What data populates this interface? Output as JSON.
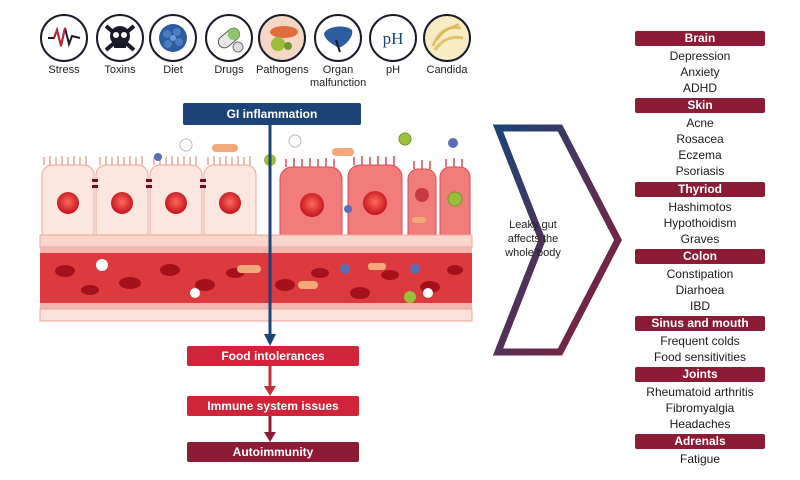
{
  "causes": [
    {
      "label": "Stress",
      "icon": "stress-wave-icon"
    },
    {
      "label": "Toxins",
      "icon": "skull-crossbones-icon"
    },
    {
      "label": "Diet",
      "icon": "broccoli-icon"
    },
    {
      "label": "Drugs",
      "icon": "pill-capsule-icon"
    },
    {
      "label": "Pathogens",
      "icon": "bacteria-icon"
    },
    {
      "label": "Organ malfunction",
      "icon": "liver-icon"
    },
    {
      "label": "pH",
      "icon": "ph-text-icon"
    },
    {
      "label": "Candida",
      "icon": "candida-icon"
    }
  ],
  "gi_inflammation": "GI inflammation",
  "chain": [
    "Food intolerances",
    "Immune system issues",
    "Autoimmunity"
  ],
  "leaky_gut": "Leaky gut affects the whole body",
  "effects": [
    {
      "category": "Brain",
      "items": [
        "Depression",
        "Anxiety",
        "ADHD"
      ]
    },
    {
      "category": "Skin",
      "items": [
        "Acne",
        "Rosacea",
        "Eczema",
        "Psoriasis"
      ]
    },
    {
      "category": "Thyriod",
      "items": [
        "Hashimotos",
        "Hypothoidism",
        "Graves"
      ]
    },
    {
      "category": "Colon",
      "items": [
        "Constipation",
        "Diarhoea",
        "IBD"
      ]
    },
    {
      "category": "Sinus and mouth",
      "items": [
        "Frequent colds",
        "Food sensitivities"
      ]
    },
    {
      "category": "Joints",
      "items": [
        "Rheumatoid arthritis",
        "Fibromyalgia",
        "Headaches"
      ]
    },
    {
      "category": "Adrenals",
      "items": [
        "Fatigue"
      ]
    }
  ],
  "colors": {
    "maroon": "#8c1c35",
    "navy": "#1c4477",
    "red": "#d0243a"
  }
}
